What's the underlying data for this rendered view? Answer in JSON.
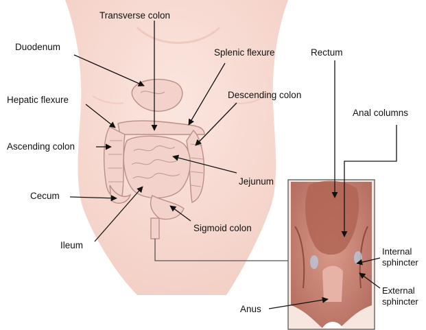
{
  "diagram": {
    "labels": {
      "transverse_colon": "Transverse colon",
      "duodenum": "Duodenum",
      "splenic_flexure": "Splenic flexure",
      "rectum": "Rectum",
      "hepatic_flexure": "Hepatic flexure",
      "descending_colon": "Descending colon",
      "anal_columns": "Anal columns",
      "ascending_colon": "Ascending colon",
      "jejunum": "Jejunum",
      "cecum": "Cecum",
      "sigmoid_colon": "Sigmoid colon",
      "ileum": "Ileum",
      "internal_sphincter_1": "Internal",
      "internal_sphincter_2": "sphincter",
      "external_sphincter_1": "External",
      "external_sphincter_2": "sphincter",
      "anus": "Anus"
    }
  },
  "colors": {
    "skin": "#f8dcd4",
    "skin_shadow": "#efc3b8",
    "intestine": "#f4d2cc",
    "intestine_outline": "#b98f88",
    "rectum_tissue": "#c98476",
    "rectum_dark": "#8e4a3c",
    "inset_border": "#555555",
    "pointer": "#111111"
  }
}
